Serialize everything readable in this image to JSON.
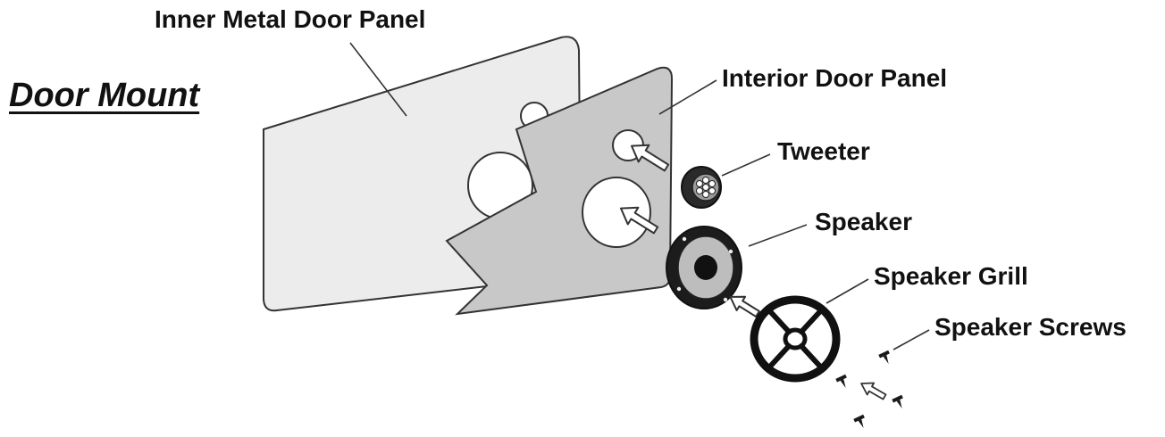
{
  "title": "Door Mount",
  "labels": {
    "inner_metal_door_panel": "Inner Metal Door Panel",
    "interior_door_panel": "Interior Door Panel",
    "tweeter": "Tweeter",
    "speaker": "Speaker",
    "speaker_grill": "Speaker Grill",
    "speaker_screws": "Speaker Screws"
  },
  "colors": {
    "ink": "#111111",
    "panel_fill": "#ececec",
    "interior_panel_fill": "#c8c8c8",
    "background": "#ffffff"
  },
  "icons": {
    "hole_arrows": "arrow-icon",
    "screws": "screw-icon"
  }
}
